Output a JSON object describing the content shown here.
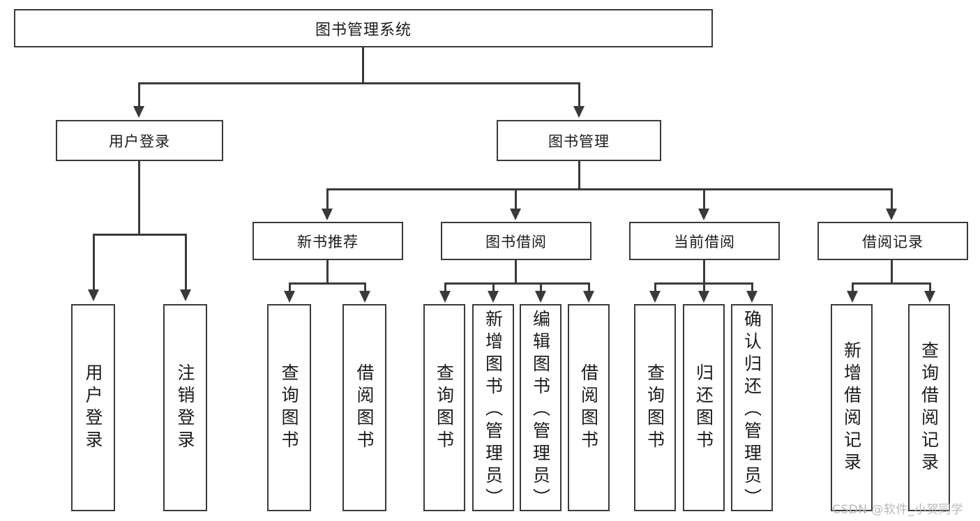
{
  "diagram": {
    "title": "图书管理系统",
    "type": "功能结构图",
    "watermark": "CSDN @软件_小贺同学",
    "colors": {
      "box_border": "#3a3a3a",
      "box_fill": "#ffffff",
      "text": "#1b1b1b",
      "connector": "#3a3a3a",
      "watermark": "#b9b9b9",
      "background": "#ffffff"
    }
  },
  "nodes": {
    "root": {
      "label": "图书管理系统"
    },
    "level2": [
      {
        "id": "user-login",
        "label": "用户登录"
      },
      {
        "id": "book-management",
        "label": "图书管理"
      }
    ],
    "level3": [
      {
        "id": "new-book-recommend",
        "label": "新书推荐"
      },
      {
        "id": "book-borrow",
        "label": "图书借阅"
      },
      {
        "id": "current-borrow",
        "label": "当前借阅"
      },
      {
        "id": "borrow-record",
        "label": "借阅记录"
      }
    ],
    "leaves": {
      "user_login": [
        {
          "id": "leaf-user-login",
          "label": "用户登录"
        },
        {
          "id": "leaf-logout-login",
          "label": "注销登录"
        }
      ],
      "new_book_recommend": [
        {
          "id": "leaf-query-book-1",
          "label": "查询图书"
        },
        {
          "id": "leaf-borrow-book-1",
          "label": "借阅图书"
        }
      ],
      "book_borrow": [
        {
          "id": "leaf-query-book-2",
          "label": "查询图书"
        },
        {
          "id": "leaf-add-book",
          "label": "新增图书（管理员）"
        },
        {
          "id": "leaf-edit-book",
          "label": "编辑图书（管理员）"
        },
        {
          "id": "leaf-borrow-book-2",
          "label": "借阅图书"
        }
      ],
      "current_borrow": [
        {
          "id": "leaf-query-book-3",
          "label": "查询图书"
        },
        {
          "id": "leaf-return-book",
          "label": "归还图书"
        },
        {
          "id": "leaf-confirm-return",
          "label": "确认归还（管理员）"
        }
      ],
      "borrow_record": [
        {
          "id": "leaf-add-record",
          "label": "新增借阅记录"
        },
        {
          "id": "leaf-query-record",
          "label": "查询借阅记录"
        }
      ]
    }
  }
}
